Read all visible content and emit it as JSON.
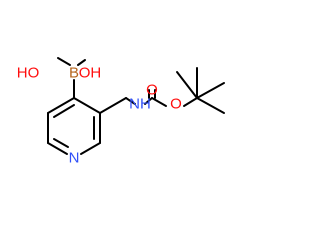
{
  "molecule": {
    "atoms": {
      "boron": {
        "text": "B",
        "color": "#b5651d"
      },
      "hydroxyl_left": {
        "text": "HO",
        "color": "#ff0d0d"
      },
      "hydroxyl_right": {
        "text": "OH",
        "color": "#ff0d0d"
      },
      "ring_nitrogen": {
        "text": "N",
        "color": "#3050f8"
      },
      "amine": {
        "text": "NH",
        "color": "#3050f8"
      },
      "carbonyl_oxygen": {
        "text": "O",
        "color": "#ff0d0d"
      },
      "ester_oxygen": {
        "text": "O",
        "color": "#ff0d0d"
      }
    },
    "bond_color": "#000000"
  }
}
